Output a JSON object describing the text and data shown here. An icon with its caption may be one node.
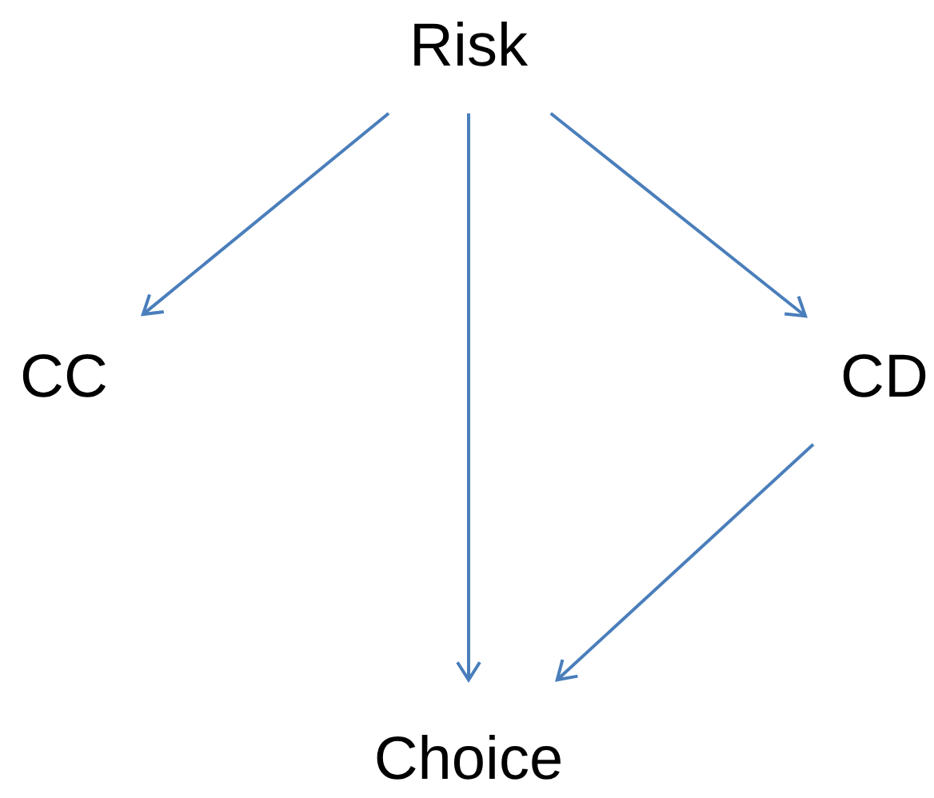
{
  "diagram": {
    "nodes": [
      {
        "text": [
          "Risk"
        ]
      },
      {
        "text": [
          "CC"
        ]
      },
      {
        "text": [
          "CD"
        ]
      },
      {
        "text": [
          "Choice"
        ]
      }
    ],
    "edges": [
      {
        "from": 0,
        "to": 1,
        "arrow": "to"
      },
      {
        "from": 0,
        "to": 3,
        "arrow": "to"
      },
      {
        "from": 0,
        "to": 2,
        "arrow": "to"
      },
      {
        "from": 2,
        "to": 3,
        "arrow": "to"
      }
    ]
  }
}
